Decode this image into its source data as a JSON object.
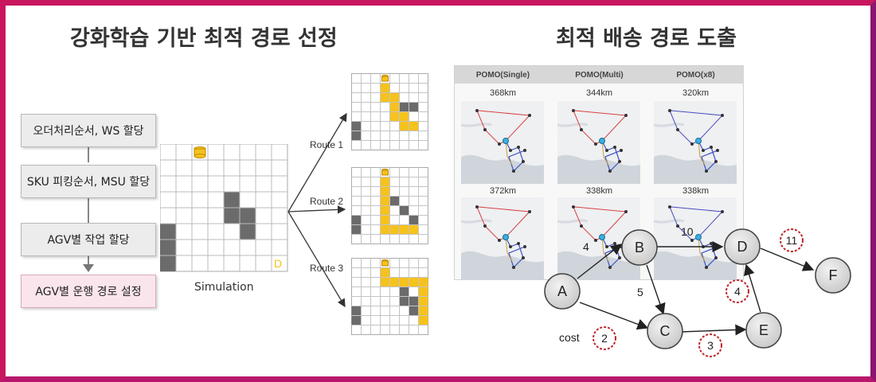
{
  "titles": {
    "left": "강화학습 기반 최적 경로 선정",
    "right": "최적 배송 경로 도출"
  },
  "flow": [
    {
      "label": "오더처리순서, WS 할당"
    },
    {
      "label": "SKU 피킹순서, MSU 할당"
    },
    {
      "label": "AGV별 작업 할당"
    },
    {
      "label": "AGV별 운행 경로 설정"
    }
  ],
  "simulation": {
    "label": "Simulation",
    "dest_marker": "D"
  },
  "routes": [
    {
      "label": "Route 1"
    },
    {
      "label": "Route 2"
    },
    {
      "label": "Route 3"
    }
  ],
  "pomo": {
    "headers": [
      "POMO(Single)",
      "POMO(Multi)",
      "POMO(x8)"
    ],
    "distances": [
      [
        "368km",
        "344km",
        "320km"
      ],
      [
        "372km",
        "338km",
        "338km"
      ]
    ]
  },
  "graph": {
    "nodes": [
      "A",
      "B",
      "C",
      "D",
      "E",
      "F"
    ],
    "cost_label": "cost",
    "edge_costs": {
      "AB": "4",
      "BD": "10",
      "BC": "5",
      "AC": "2",
      "CE": "3",
      "ED": "4",
      "DF": "11"
    }
  },
  "colors": {
    "border_pink": "#c8175f",
    "border_purple": "#8a1670",
    "route_yellow": "#f6c21c",
    "obstacle_gray": "#6b6b6b",
    "cost_ring_red": "#c0262c",
    "node_fill": "#dcdcdc",
    "pink_box": "#fbe5ed"
  }
}
